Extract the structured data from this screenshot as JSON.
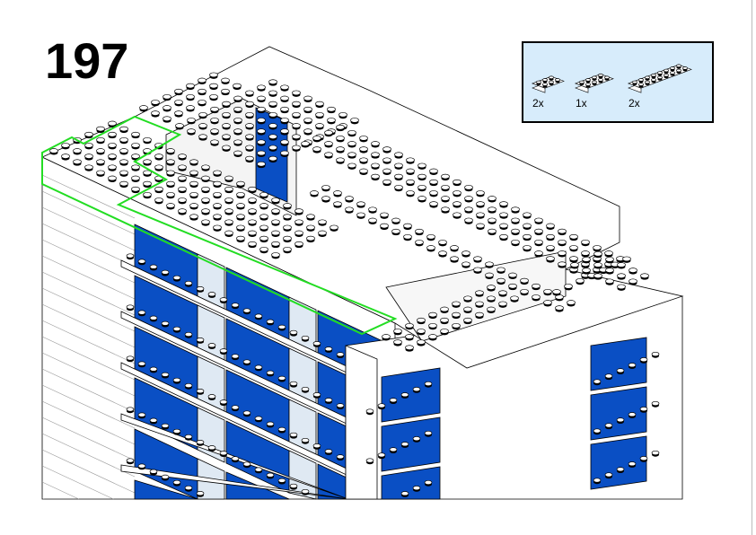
{
  "step_number": "197",
  "parts_list": [
    {
      "part": "plate-2x3-white",
      "quantity": "2x"
    },
    {
      "part": "plate-2x4-white",
      "quantity": "1x"
    },
    {
      "part": "plate-2x8-white",
      "quantity": "2x"
    }
  ],
  "colors": {
    "brick": "#ffffff",
    "window": "#0a4fc4",
    "glass": "#dfe9f3",
    "highlight": "#22dd22",
    "parts_bg": "#d7ecfb"
  }
}
